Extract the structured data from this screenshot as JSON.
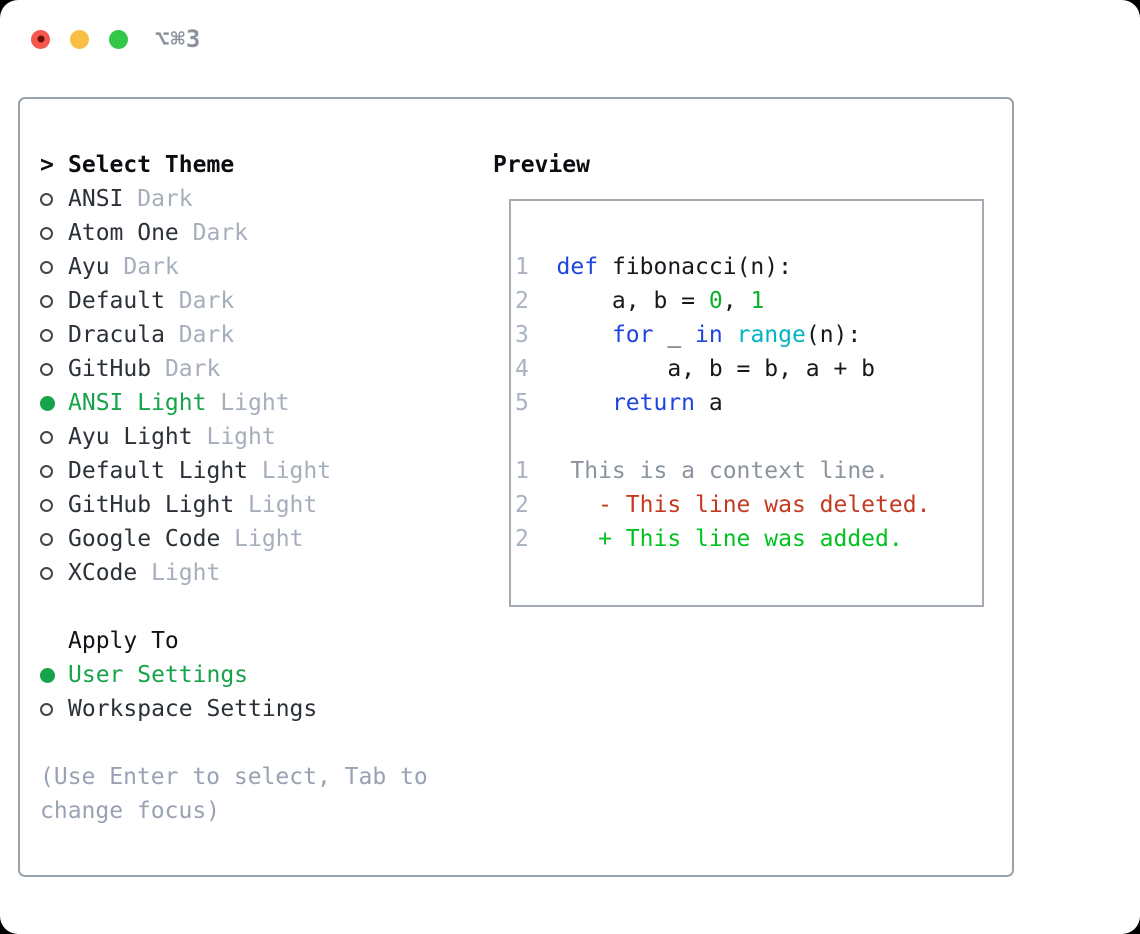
{
  "window": {
    "title": "⌥⌘3",
    "controls": [
      {
        "name": "close",
        "color": "#f4574d",
        "has_dot": true
      },
      {
        "name": "minimize",
        "color": "#f8bf45",
        "has_dot": false
      },
      {
        "name": "zoom",
        "color": "#33c748",
        "has_dot": false
      }
    ]
  },
  "theme_selector": {
    "header_prefix": ">",
    "header_label": "Select Theme",
    "themes": [
      {
        "name": "ANSI",
        "variant": "Dark",
        "selected": false
      },
      {
        "name": "Atom One",
        "variant": "Dark",
        "selected": false
      },
      {
        "name": "Ayu",
        "variant": "Dark",
        "selected": false
      },
      {
        "name": "Default",
        "variant": "Dark",
        "selected": false
      },
      {
        "name": "Dracula",
        "variant": "Dark",
        "selected": false
      },
      {
        "name": "GitHub",
        "variant": "Dark",
        "selected": false
      },
      {
        "name": "ANSI Light",
        "variant": "Light",
        "selected": true
      },
      {
        "name": "Ayu Light",
        "variant": "Light",
        "selected": false
      },
      {
        "name": "Default Light",
        "variant": "Light",
        "selected": false
      },
      {
        "name": "GitHub Light",
        "variant": "Light",
        "selected": false
      },
      {
        "name": "Google Code",
        "variant": "Light",
        "selected": false
      },
      {
        "name": "XCode",
        "variant": "Light",
        "selected": false
      }
    ],
    "apply_to": {
      "label": "Apply To",
      "options": [
        {
          "name": "User Settings",
          "selected": true
        },
        {
          "name": "Workspace Settings",
          "selected": false
        }
      ]
    },
    "hint": "(Use Enter to select, Tab to change focus)"
  },
  "preview": {
    "label": "Preview",
    "lines": [
      {
        "no": "1",
        "tokens": [
          {
            "t": "def",
            "c": "kw"
          },
          {
            "t": " fibonacci(n):",
            "c": "pl"
          }
        ]
      },
      {
        "no": "2",
        "tokens": [
          {
            "t": "    a, b = ",
            "c": "pl"
          },
          {
            "t": "0",
            "c": "num"
          },
          {
            "t": ", ",
            "c": "pl"
          },
          {
            "t": "1",
            "c": "num"
          }
        ]
      },
      {
        "no": "3",
        "tokens": [
          {
            "t": "    ",
            "c": "pl"
          },
          {
            "t": "for",
            "c": "kw"
          },
          {
            "t": " _ ",
            "c": "pl"
          },
          {
            "t": "in",
            "c": "kw"
          },
          {
            "t": " ",
            "c": "pl"
          },
          {
            "t": "range",
            "c": "fn"
          },
          {
            "t": "(n):",
            "c": "pl"
          }
        ]
      },
      {
        "no": "4",
        "tokens": [
          {
            "t": "        a, b = b, a + b",
            "c": "pl"
          }
        ]
      },
      {
        "no": "5",
        "tokens": [
          {
            "t": "    ",
            "c": "pl"
          },
          {
            "t": "return",
            "c": "kw"
          },
          {
            "t": " a",
            "c": "pl"
          }
        ]
      },
      {
        "no": "",
        "tokens": []
      },
      {
        "no": "1",
        "tokens": [
          {
            "t": " This is a context line.",
            "c": "ctx"
          }
        ]
      },
      {
        "no": "2",
        "tokens": [
          {
            "t": "   - This line was deleted.",
            "c": "del"
          }
        ]
      },
      {
        "no": "2",
        "tokens": [
          {
            "t": "   + This line was added.",
            "c": "add"
          }
        ]
      }
    ]
  },
  "colors": {
    "accent_green": "#17a34a",
    "keyword_blue": "#1e46dd",
    "builtin_cyan": "#00b5c2",
    "number_green": "#0db02a",
    "diff_added": "#00c31f",
    "diff_deleted": "#c43a21",
    "muted_gray": "#98a2b3",
    "panel_border": "#99a2ad"
  }
}
